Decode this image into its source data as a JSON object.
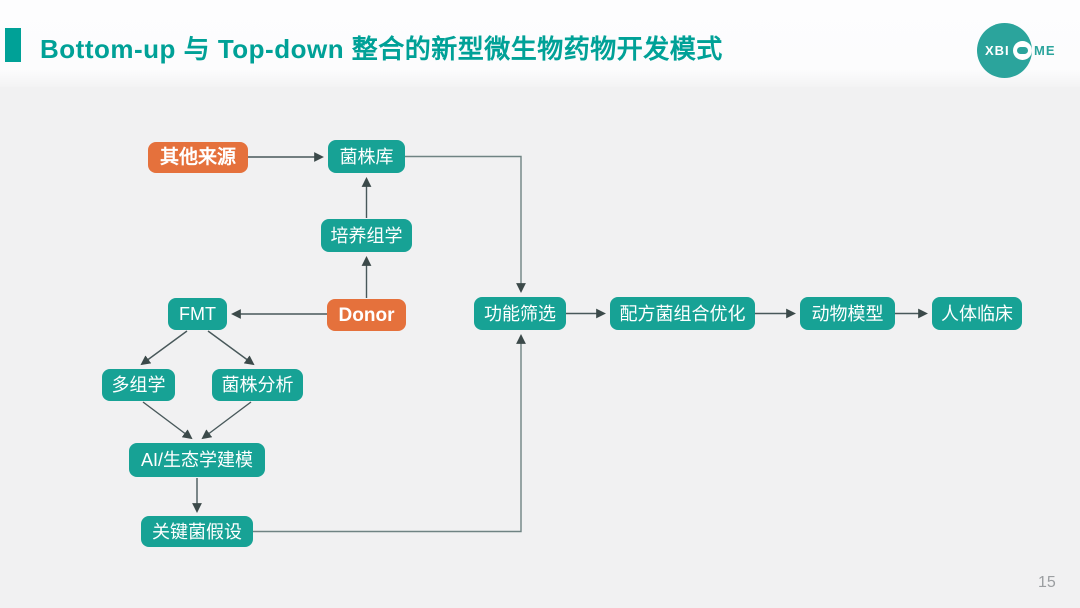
{
  "header": {
    "title": "Bottom-up 与 Top-down 整合的新型微生物药物开发模式",
    "logo": {
      "text_in_circle": "XBI",
      "text_outside": "ME"
    }
  },
  "footer": {
    "page_number": "15"
  },
  "colors": {
    "title_teal": "#00A197",
    "node_teal": "#17A295",
    "node_orange": "#E5713C",
    "logo_teal": "#2BA49C",
    "arrow_dark": "#48585A",
    "arrow_light": "#6F8383",
    "background": "#F1F1F2",
    "page_number_gray": "#9B9EA1"
  },
  "flowchart": {
    "nodes": {
      "other_sources": {
        "label": "其他来源"
      },
      "strain_library": {
        "label": "菌株库"
      },
      "culturomics": {
        "label": "培养组学"
      },
      "donor": {
        "label": "Donor"
      },
      "fmt": {
        "label": "FMT"
      },
      "multi_omics": {
        "label": "多组学"
      },
      "strain_analysis": {
        "label": "菌株分析"
      },
      "ai_ecology_modeling": {
        "label": "AI/生态学建模"
      },
      "key_strain_hypothesis": {
        "label": "关键菌假设"
      },
      "functional_screening": {
        "label": "功能筛选"
      },
      "formula_combination_optimization": {
        "label": "配方菌组合优化"
      },
      "animal_model": {
        "label": "动物模型"
      },
      "human_clinical": {
        "label": "人体临床"
      }
    }
  }
}
